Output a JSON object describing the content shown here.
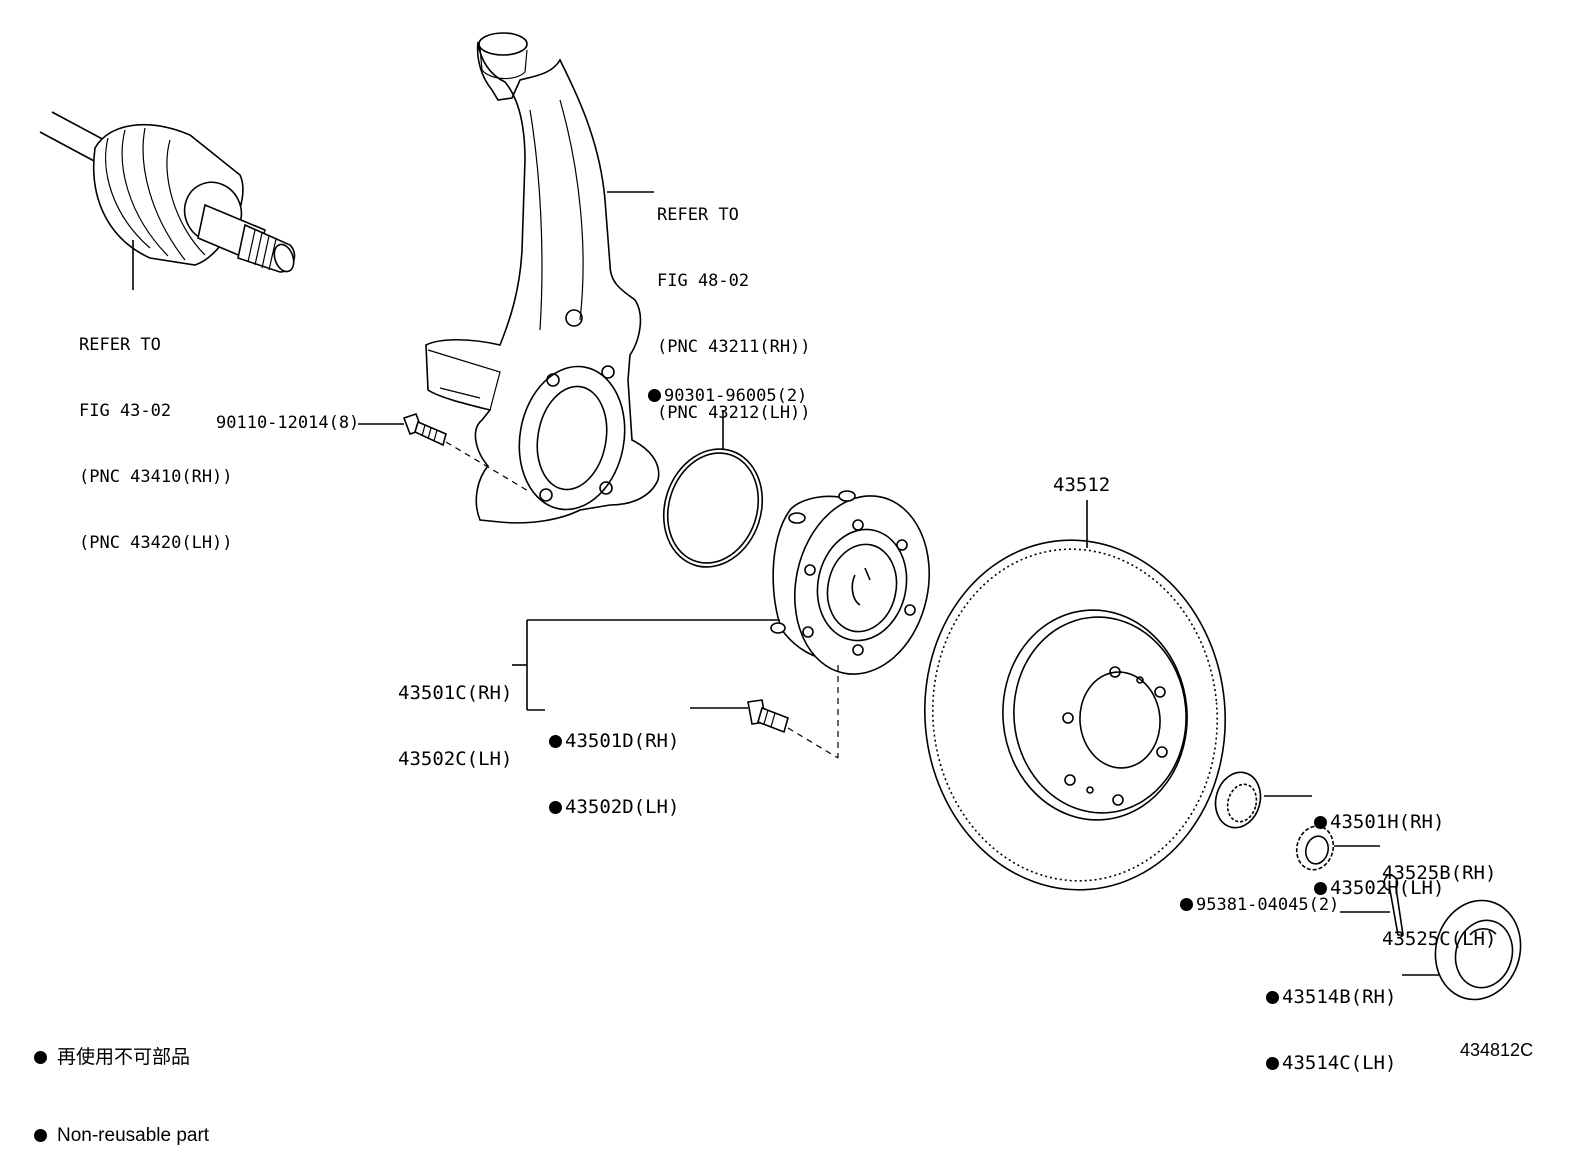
{
  "drive_shaft_ref": {
    "line1": "REFER TO",
    "line2": "FIG 43-02",
    "line3": "(PNC 43410(RH))",
    "line4": "(PNC 43420(LH))"
  },
  "knuckle_ref": {
    "line1": "REFER TO",
    "line2": "FIG 48-02",
    "line3": "(PNC 43211(RH))",
    "line4": "(PNC 43212(LH))"
  },
  "parts": {
    "bolt": "90110-12014(8)",
    "o_ring": "90301-96005(2)",
    "disc": "43512",
    "hub_rh": "43501C(RH)",
    "hub_lh": "43502C(LH)",
    "hub_bolt_rh": "43501D(RH)",
    "hub_bolt_lh": "43502D(LH)",
    "washer_rh": "43501H(RH)",
    "washer_lh": "43502H(LH)",
    "nut_rh": "43525B(RH)",
    "nut_lh": "43525C(LH)",
    "cotter_pin": "95381-04045(2)",
    "cap_rh": "43514B(RH)",
    "cap_lh": "43514C(LH)"
  },
  "legend": {
    "chinese": "再使用不可部品",
    "english": "Non-reusable part"
  },
  "figure_number": "434812C"
}
